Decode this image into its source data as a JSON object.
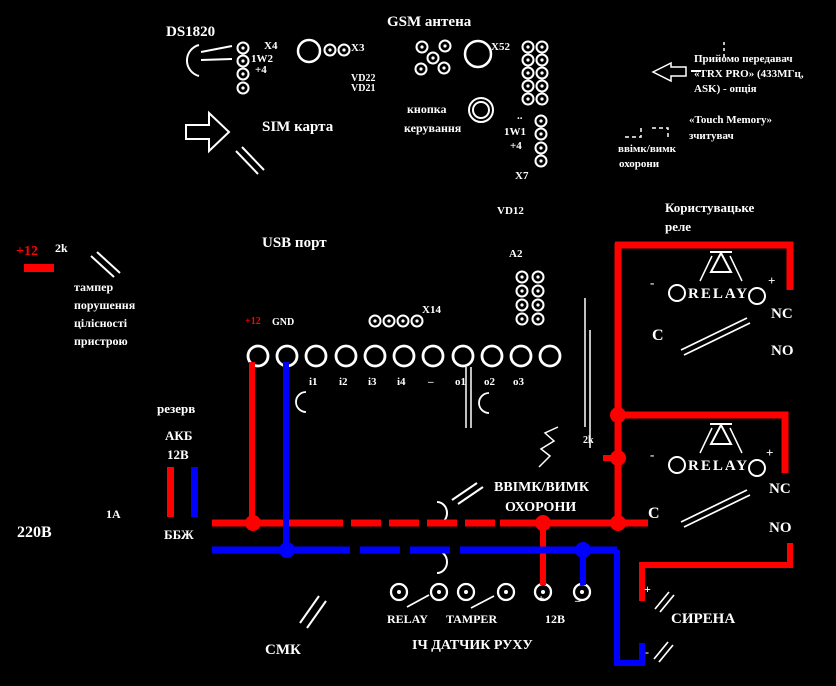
{
  "colors": {
    "background": "#000000",
    "positive_wire": "#ff0000",
    "negative_wire": "#0000ff",
    "diagram_lines": "#ffffff"
  },
  "top_left": {
    "chip": "DS1820",
    "pin_x4": "X4",
    "pin_1w2": "1W2",
    "pin_plus4": "+4",
    "conn_x3": "X3",
    "vd22": "VD22",
    "vd21": "VD21"
  },
  "gsm": {
    "antenna": "GSM антена",
    "conn_x52": "X52",
    "button_line1": "кнопка",
    "button_line2": "керування"
  },
  "sim": {
    "label": "SIM карта"
  },
  "usb": {
    "label": "USB порт"
  },
  "right_conn": {
    "dots": "..",
    "pin_1w1": "1W1",
    "pin_plus4": "+4",
    "conn_x7": "X7",
    "vd12": "VD12",
    "conn_a2": "A2",
    "conn_x14": "X14"
  },
  "rf_note": {
    "line1": "Прийомо передавач",
    "line2": "«TRX PRO» (433МГц,",
    "line3": "ASK) - опція"
  },
  "touch_note": {
    "line1": "«Touch Memory»",
    "line2": "зчитувач",
    "line3": "ввімк/вимк",
    "line4": "охорони"
  },
  "tamper_note": {
    "plus12": "+12",
    "resistor": "2k",
    "line1": "тампер",
    "line2": "порушення",
    "line3": "цілісності",
    "line4": "пристрою"
  },
  "terminals": {
    "plus12": "+12",
    "gnd": "GND",
    "pins": [
      "і1",
      "і2",
      "і3",
      "і4",
      "–",
      "о1",
      "о2",
      "о3"
    ]
  },
  "power": {
    "reserve": "резерв",
    "battery": "АКБ",
    "voltage": "12В",
    "fuse": "1А",
    "mains": "220В",
    "psu": "ББЖ"
  },
  "user_relay": {
    "title_line1": "Користувацьке",
    "title_line2": "реле"
  },
  "relay": {
    "name": "RELAY",
    "minus": "-",
    "plus": "+",
    "c": "C",
    "nc": "NC",
    "no": "NO"
  },
  "arm_switch": {
    "line1": "ВВІМК/ВИМК",
    "line2": "ОХОРОНИ",
    "resistor": "2k"
  },
  "motion_detector": {
    "relay": "RELAY",
    "tamper": "TAMPER",
    "voltage": "12В",
    "title": "ІЧ ДАТЧИК РУХУ",
    "plus": "+",
    "minus": "–"
  },
  "smk": {
    "label": "СМК"
  },
  "siren": {
    "title": "СИРЕНА",
    "plus": "+",
    "minus": "-"
  }
}
